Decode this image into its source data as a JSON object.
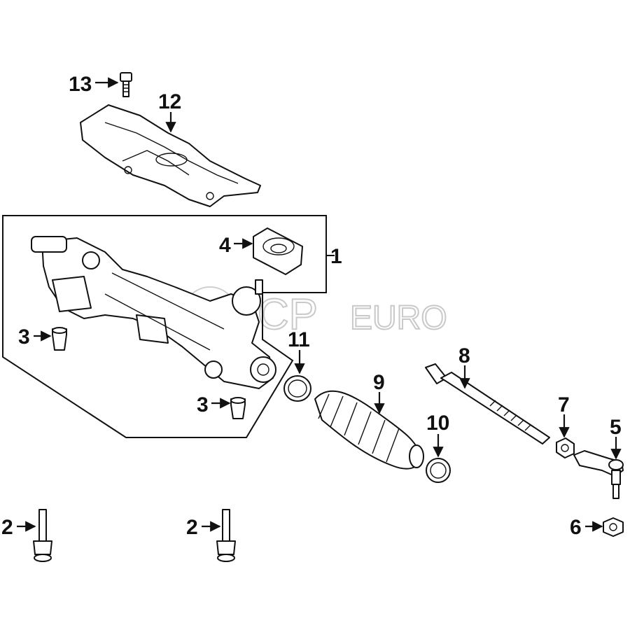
{
  "watermark": {
    "text_a": "FCP",
    "text_b": "EURO"
  },
  "callouts": {
    "c1": "1",
    "c2a": "2",
    "c2b": "2",
    "c3a": "3",
    "c3b": "3",
    "c4": "4",
    "c5": "5",
    "c6": "6",
    "c7": "7",
    "c8": "8",
    "c9": "9",
    "c10": "10",
    "c11": "11",
    "c12": "12",
    "c13": "13"
  }
}
